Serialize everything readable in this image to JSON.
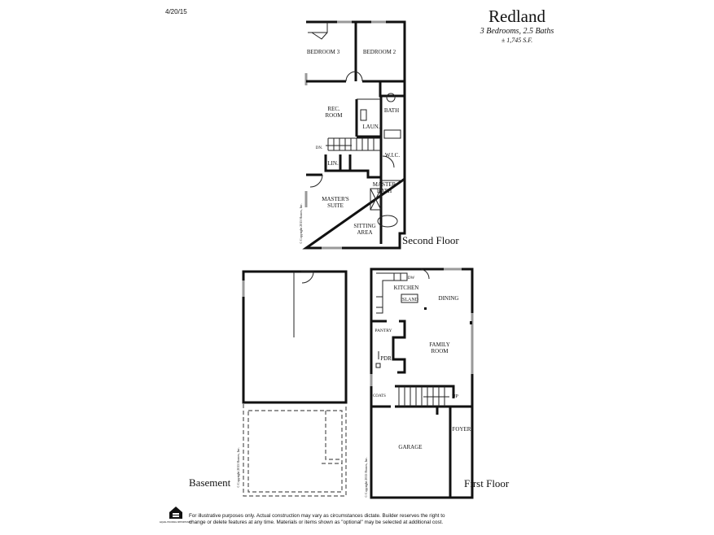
{
  "header": {
    "date": "4/20/15",
    "plan_name": "Redland",
    "bed_bath": "3 Bedrooms, 2.5 Baths",
    "square_feet": "± 1,745 S.F."
  },
  "second_floor": {
    "title": "Second Floor",
    "rooms": [
      "BEDROOM 3",
      "BEDROOM 2",
      "REC.",
      "ROOM",
      "BATH",
      "LAUN.",
      "DN.",
      "W.I.C.",
      "LIN.",
      "MASTER",
      "BATH",
      "MASTER'S",
      "SUITE",
      "SITTING",
      "AREA"
    ]
  },
  "first_floor": {
    "title": "First Floor",
    "rooms": [
      "KITCHEN",
      "DW",
      "ISLAND",
      "DINING",
      "PANTRY",
      "FAMILY",
      "ROOM",
      "PDR",
      "COATS",
      "UP",
      "FOYER",
      "GARAGE"
    ]
  },
  "basement": {
    "title": "Basement"
  },
  "copyright": "© Copyright 2015 Homes, Inc.",
  "footer": {
    "logo_label": "EQUAL HOUSING OPPORTUNITY",
    "disclaimer_line1": "For illustrative purposes only. Actual construction may vary as circumstances dictate. Builder reserves the right to",
    "disclaimer_line2": "change or delete features at any time. Materials  or items shown as \"optional\" may be selected at additional cost."
  }
}
